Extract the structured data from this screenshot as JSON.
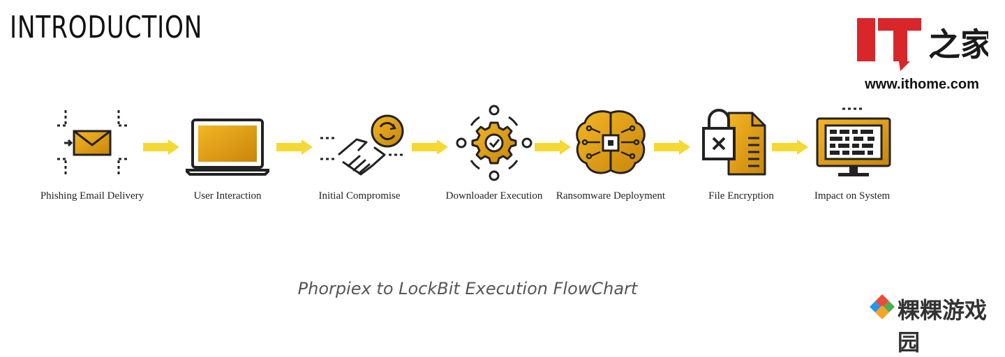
{
  "heading": "INTRODUCTION",
  "brand": {
    "logo_text": "IT之家",
    "url": "www.ithome.com"
  },
  "steps": [
    {
      "label": "Phishing Email Delivery",
      "icon": "email-icon"
    },
    {
      "label": "User Interaction",
      "icon": "laptop-icon"
    },
    {
      "label": "Initial Compromise",
      "icon": "handshake-icon"
    },
    {
      "label": "Downloader Execution",
      "icon": "gear-check-icon"
    },
    {
      "label": "Ransomware Deployment",
      "icon": "brain-chip-icon"
    },
    {
      "label": "File Encryption",
      "icon": "locked-file-icon"
    },
    {
      "label": "Impact on System",
      "icon": "monitor-icon"
    }
  ],
  "caption": "Phorpiex to LockBit Execution FlowChart",
  "watermark": "粿粿游戏园",
  "colors": {
    "accent_gold": "#e8a417",
    "arrow_yellow": "#f5d832",
    "brand_red": "#d8262b"
  }
}
